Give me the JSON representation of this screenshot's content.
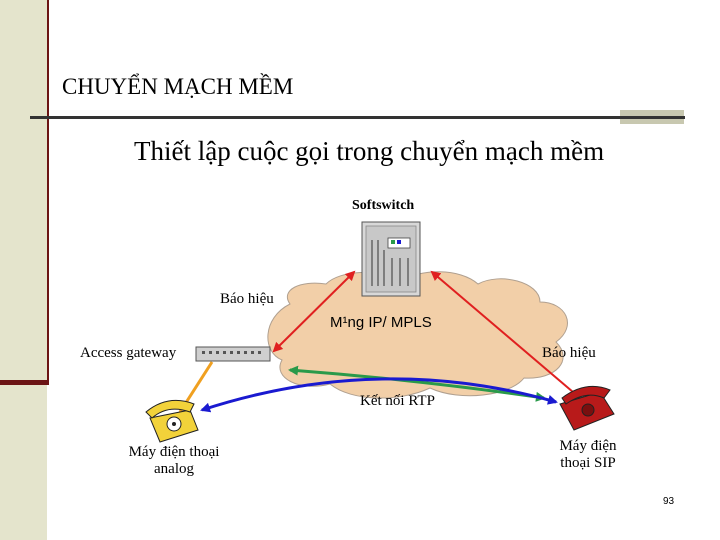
{
  "slide": {
    "title": "CHUYỂN MẠCH MỀM",
    "subtitle": "Thiết lập cuộc gọi trong chuyển mạch mềm",
    "page_number": "93"
  },
  "diagram": {
    "softswitch_label": "Softswitch",
    "network_label": "M¹ng IP/ MPLS",
    "signaling_left_label": "Báo hiệu",
    "signaling_right_label": "Báo hiệu",
    "gateway_label": "Access gateway",
    "rtp_label": "Kết nối RTP",
    "analog_phone_label_line1": "Máy điện thoại",
    "analog_phone_label_line2": "analog",
    "sip_phone_label_line1": "Máy điện",
    "sip_phone_label_line2": "thoại SIP"
  },
  "colors": {
    "cloud_fill": "#f2cfa8",
    "signal_arrow": "#e02020",
    "rtp_arrow_blue": "#1a1ad0",
    "rtp_arrow_green": "#2a9a4a",
    "gateway_link": "#f0a020"
  }
}
